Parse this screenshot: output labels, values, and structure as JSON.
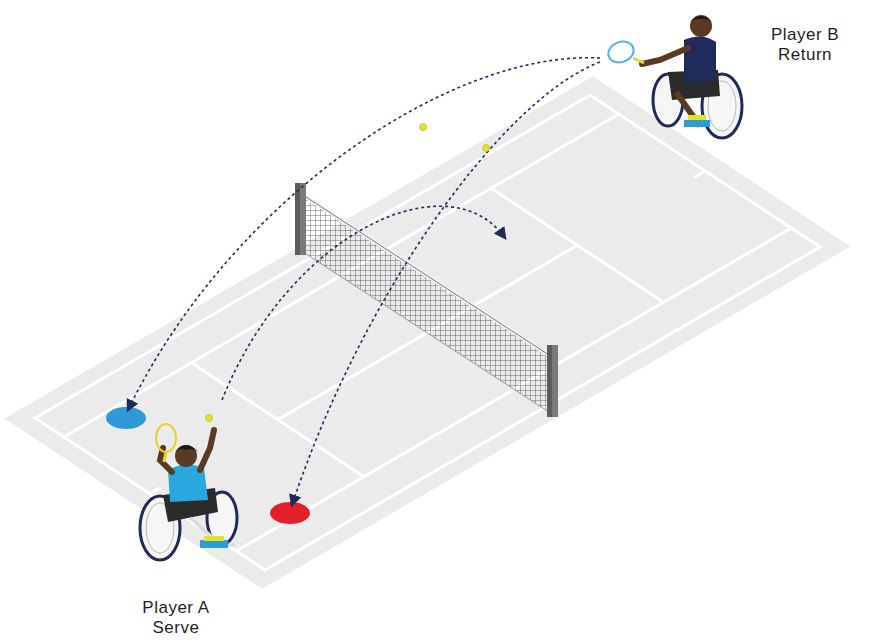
{
  "diagram": {
    "labels": [
      "Player B",
      "Return",
      "Player A",
      "Serve"
    ]
  }
}
